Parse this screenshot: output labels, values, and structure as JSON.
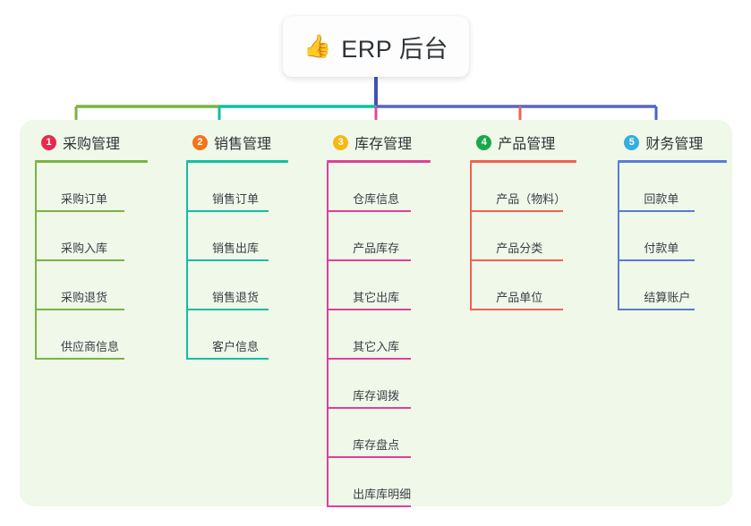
{
  "root": {
    "icon": "thumbs-up-icon",
    "emoji": "👍",
    "title": "ERP 后台"
  },
  "palette": {
    "panel_background": "#EFF8E9",
    "page_background": "#FFFFFF",
    "root_stem": "#4154B2",
    "trunk_left": "#0FBFA0",
    "trunk_far_left": "#76B63F",
    "trunk_right": "#5765C8",
    "text": "#2F3337"
  },
  "columns": [
    {
      "number": "1",
      "title": "采购管理",
      "badge_color": "#E8294B",
      "line_color": "#7CB342",
      "drop_color": "#7CB342",
      "items": [
        {
          "label": "采购订单"
        },
        {
          "label": "采购入库"
        },
        {
          "label": "采购退货"
        },
        {
          "label": "供应商信息"
        }
      ]
    },
    {
      "number": "2",
      "title": "销售管理",
      "badge_color": "#F2741B",
      "line_color": "#10BFA4",
      "drop_color": "#10BFA4",
      "items": [
        {
          "label": "销售订单"
        },
        {
          "label": "销售出库"
        },
        {
          "label": "销售退货"
        },
        {
          "label": "客户信息"
        }
      ]
    },
    {
      "number": "3",
      "title": "库存管理",
      "badge_color": "#F5B814",
      "line_color": "#E0409A",
      "drop_color": "#E8479E",
      "items": [
        {
          "label": "仓库信息"
        },
        {
          "label": "产品库存"
        },
        {
          "label": "其它出库"
        },
        {
          "label": "其它入库"
        },
        {
          "label": "库存调拨"
        },
        {
          "label": "库存盘点"
        },
        {
          "label": "出库库明细"
        }
      ]
    },
    {
      "number": "4",
      "title": "产品管理",
      "badge_color": "#19A84B",
      "line_color": "#F4604F",
      "drop_color": "#F4604F",
      "items": [
        {
          "label": "产品（物料）"
        },
        {
          "label": "产品分类"
        },
        {
          "label": "产品单位"
        }
      ]
    },
    {
      "number": "5",
      "title": "财务管理",
      "badge_color": "#34AFE0",
      "line_color": "#5B7BD4",
      "drop_color": "#4A63C4",
      "items": [
        {
          "label": "回款单"
        },
        {
          "label": "付款单"
        },
        {
          "label": "结算账户"
        }
      ]
    }
  ]
}
